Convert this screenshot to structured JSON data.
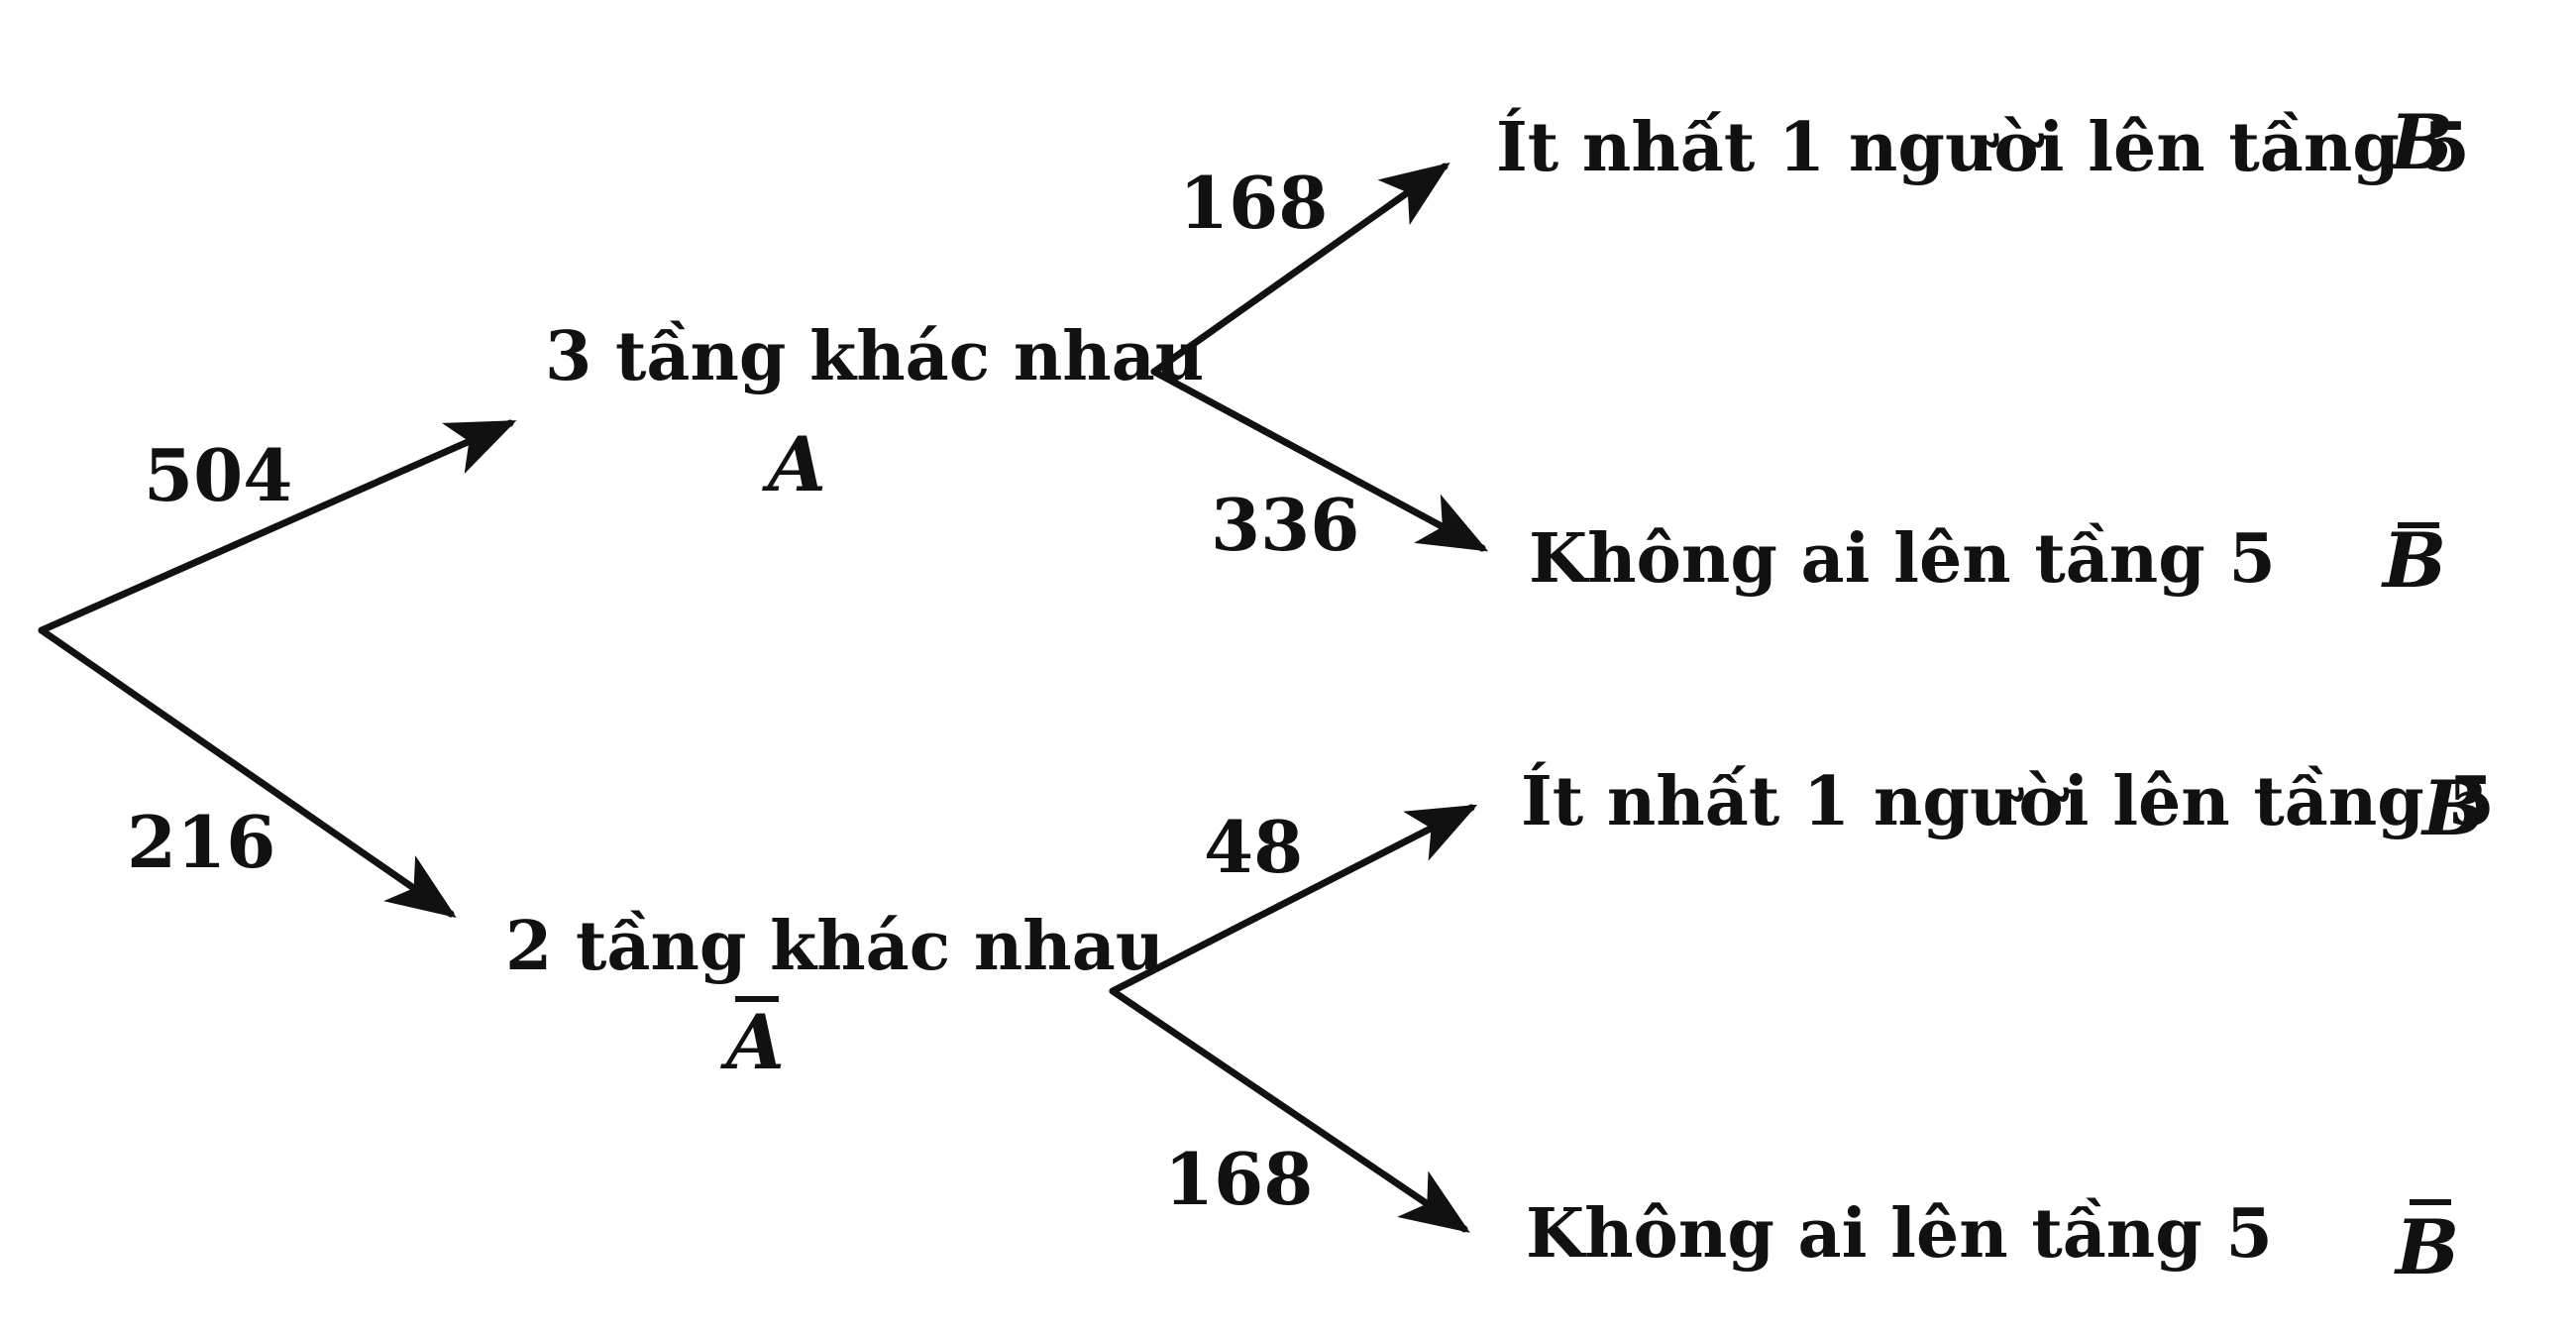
{
  "tree": {
    "root_branches": {
      "upper_count": "504",
      "lower_count": "216"
    },
    "level1": {
      "upper": {
        "label": "3 tầng khác nhau",
        "symbol": "A",
        "symbol_bar": false
      },
      "lower": {
        "label": "2 tầng khác nhau",
        "symbol": "A",
        "symbol_bar": true
      }
    },
    "level2": {
      "upper_top": {
        "count": "168",
        "label": "Ít nhất 1 người lên tầng 5",
        "symbol": "B",
        "symbol_bar": false
      },
      "upper_bottom": {
        "count": "336",
        "label": "Không ai lên tầng 5",
        "symbol": "B",
        "symbol_bar": true
      },
      "lower_top": {
        "count": "48",
        "label": "Ít nhất 1 người lên tầng 5",
        "symbol": "B",
        "symbol_bar": false
      },
      "lower_bottom": {
        "count": "168",
        "label": "Không ai lên tầng 5",
        "symbol": "B",
        "symbol_bar": true
      }
    },
    "colors": {
      "ink": "#111111",
      "background": "#ffffff"
    }
  }
}
